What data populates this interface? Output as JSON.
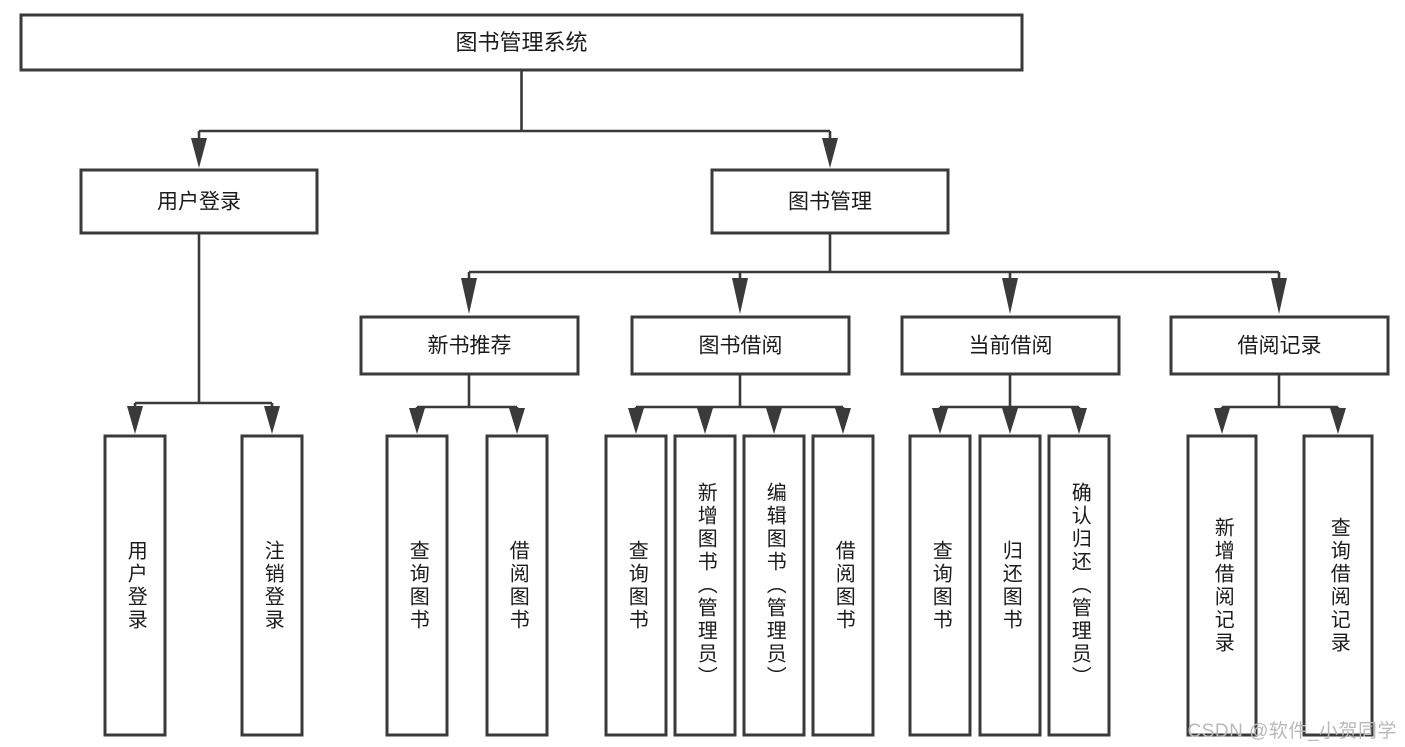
{
  "diagram": {
    "title": "图书管理系统",
    "type": "tree-hierarchy-diagram",
    "colors": {
      "box_stroke": "#3a3a3a",
      "box_fill": "#ffffff",
      "text": "#1b1b1b",
      "watermark": "#b9b9b9",
      "background": "#ffffff"
    },
    "root": {
      "label": "图书管理系统"
    },
    "level2": [
      {
        "label": "用户登录"
      },
      {
        "label": "图书管理"
      }
    ],
    "level3": [
      {
        "label": "新书推荐"
      },
      {
        "label": "图书借阅"
      },
      {
        "label": "当前借阅"
      },
      {
        "label": "借阅记录"
      }
    ],
    "leaves": {
      "user_login": [
        {
          "label": "用户登录"
        },
        {
          "label": "注销登录"
        }
      ],
      "new_book_recommend": [
        {
          "label": "查询图书"
        },
        {
          "label": "借阅图书"
        }
      ],
      "book_borrow": [
        {
          "label": "查询图书"
        },
        {
          "label": "新增图书（管理员）"
        },
        {
          "label": "编辑图书（管理员）"
        },
        {
          "label": "借阅图书"
        }
      ],
      "current_borrow": [
        {
          "label": "查询图书"
        },
        {
          "label": "归还图书"
        },
        {
          "label": "确认归还（管理员）"
        }
      ],
      "borrow_record": [
        {
          "label": "新增借阅记录"
        },
        {
          "label": "查询借阅记录"
        }
      ]
    }
  },
  "watermark": {
    "text": "CSDN @软件_小贺同学"
  }
}
